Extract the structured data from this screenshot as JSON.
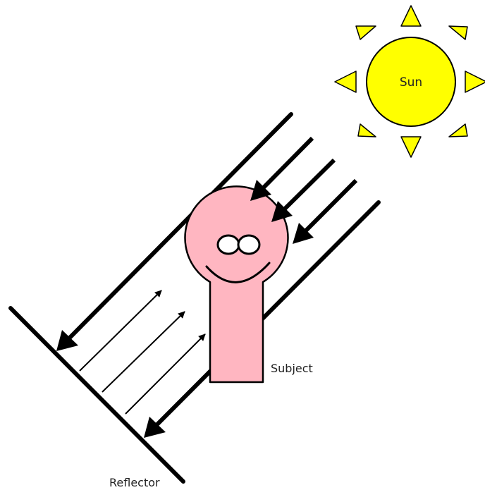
{
  "labels": {
    "sun": "Sun",
    "subject": "Subject",
    "reflector": "Reflector"
  },
  "colors": {
    "sun_fill": "#ffff00",
    "sun_rays": "#ffff00",
    "subject_fill": "#ffb6c1",
    "stroke": "#000000",
    "eyes": "#ffffff"
  }
}
